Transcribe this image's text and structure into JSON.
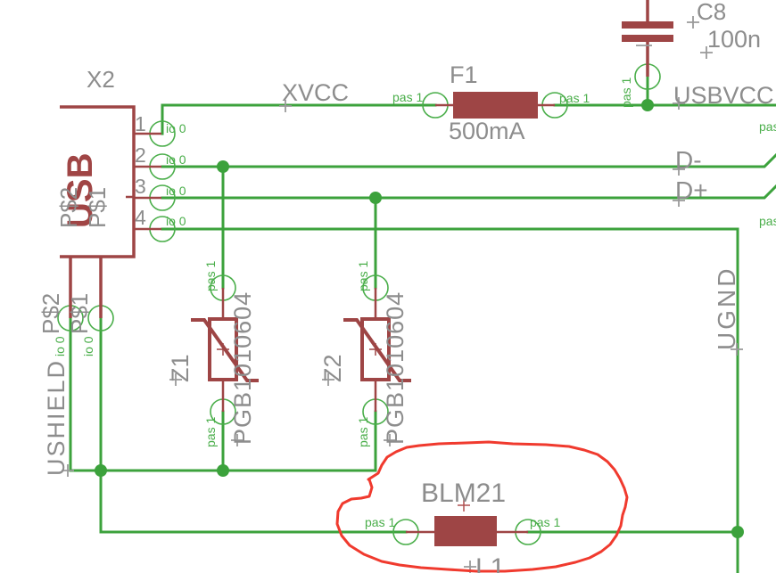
{
  "app": {
    "type": "eagle-schematic-editor-canvas"
  },
  "colors": {
    "wire_green": "#3ca23c",
    "pin_green": "#4aae4a",
    "component_red": "#9e4545",
    "label_gray": "#8d8d8d",
    "annotation_red": "#f03a2e",
    "background": "#ffffff"
  },
  "connector": {
    "designator": "X2",
    "symbol_name": "USB",
    "pins": [
      "1",
      "2",
      "3",
      "4"
    ],
    "pin_name_1": "P$1",
    "pin_name_2": "P$2"
  },
  "nets": {
    "xvcc": "XVCC",
    "usbvcc": "USBVCC",
    "d_minus": "D-",
    "d_plus": "D+",
    "ushield": "USHIELD",
    "ugnd": "UGND"
  },
  "components": {
    "fuse": {
      "designator": "F1",
      "value": "500mA"
    },
    "capacitor": {
      "designator": "C8",
      "value": "100n"
    },
    "varistor_1": {
      "designator": "Z1",
      "value": "PGB1010604"
    },
    "varistor_2": {
      "designator": "Z2",
      "value": "PGB1010604"
    },
    "ferrite_bead": {
      "designator": "L1",
      "value": "BLM21"
    }
  },
  "pin_annotations": {
    "io": "io 0",
    "pas": "pas 1"
  }
}
